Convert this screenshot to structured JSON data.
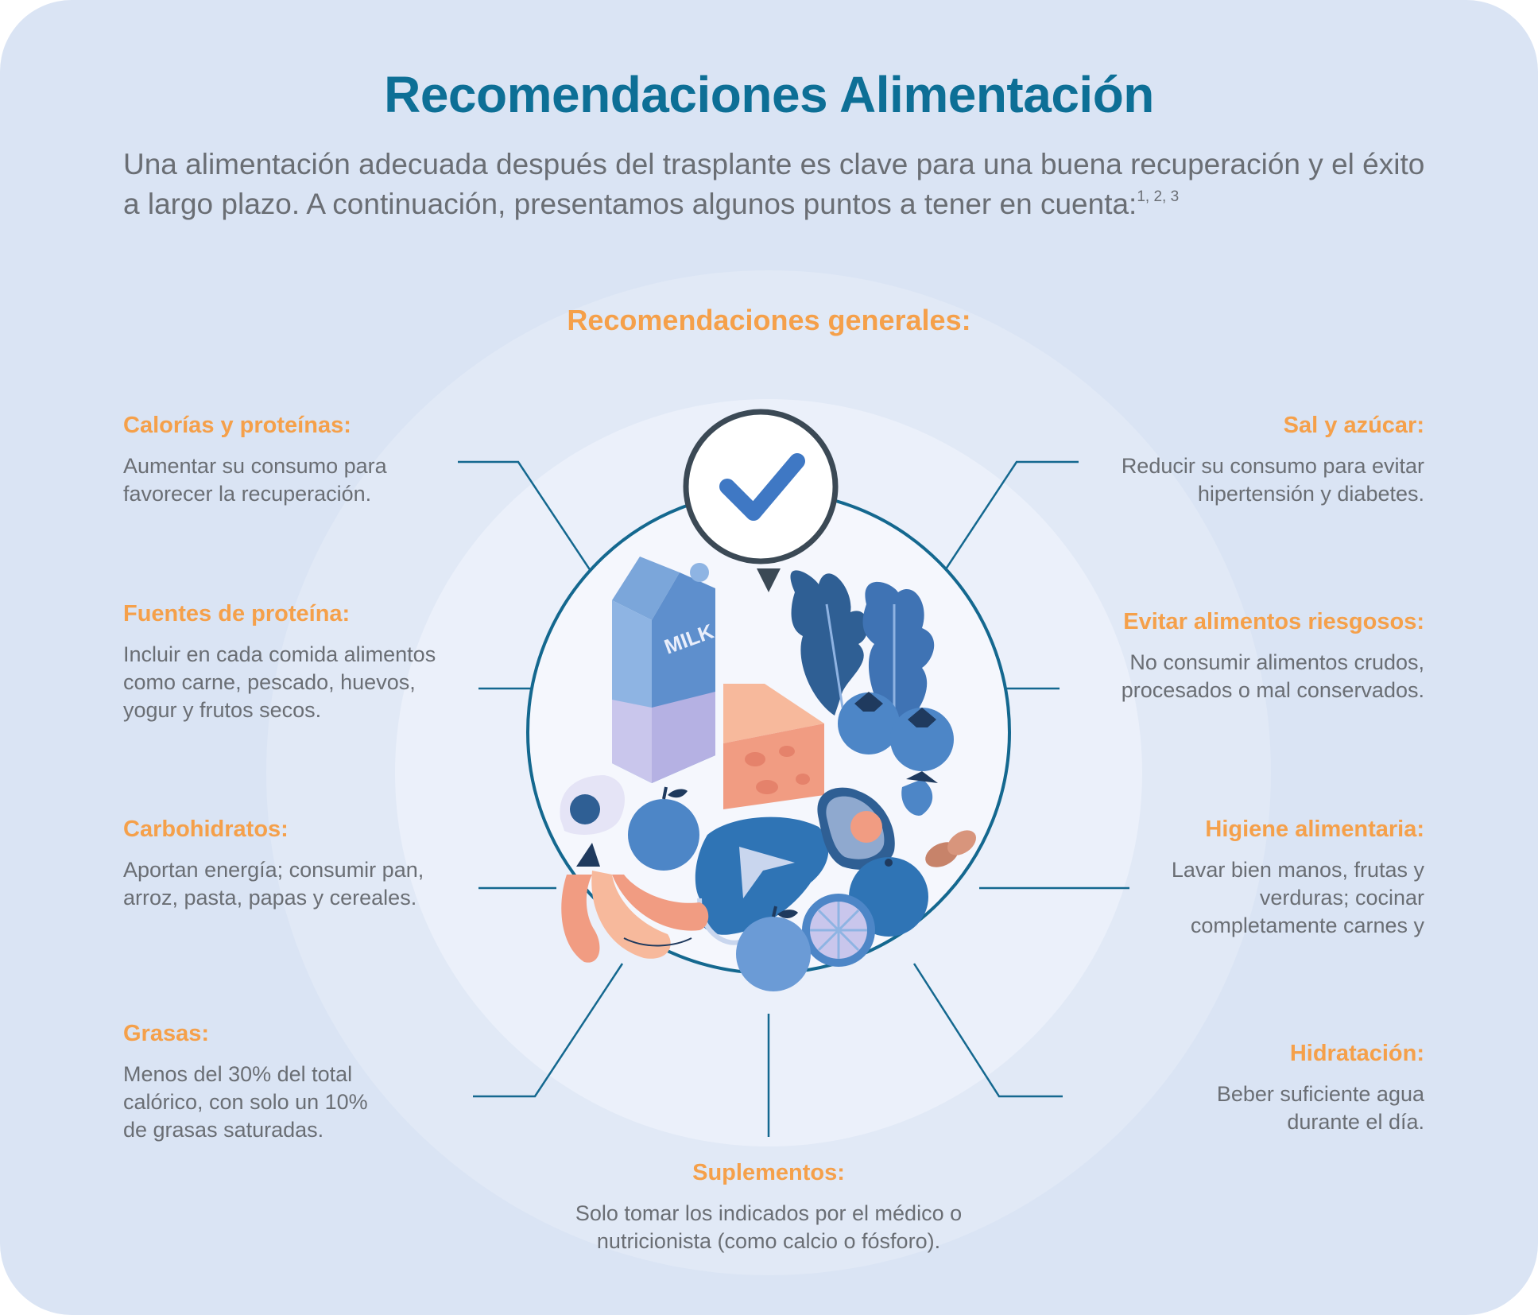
{
  "title": "Recomendaciones Alimentación",
  "intro": {
    "text": "Una alimentación adecuada después del trasplante es clave para una buena recuperación y el éxito a largo plazo. A continuación, presentamos algunos puntos a tener en cuenta:",
    "refs": "1, 2, 3"
  },
  "section_title": "Recomendaciones generales:",
  "illustration": {
    "icons": [
      "checkmark-pin-icon",
      "milk-carton-icon",
      "cheese-icon",
      "leafy-greens-icon",
      "blueberries-icon",
      "strawberry-icon",
      "egg-icon",
      "apple-icon",
      "steak-icon",
      "avocado-icon",
      "pecans-icon",
      "orange-icon",
      "citrus-slice-icon",
      "bananas-icon"
    ],
    "milk_label": "MILK"
  },
  "items": {
    "calorias": {
      "title": "Calorías y proteínas:",
      "text": "Aumentar su consumo para favorecer la recuperación."
    },
    "fuentes": {
      "title": "Fuentes de proteína:",
      "text": "Incluir en cada comida alimentos como carne, pescado, huevos, yogur y frutos secos."
    },
    "carbohidratos": {
      "title": "Carbohidratos:",
      "text": "Aportan energía; consumir pan, arroz, pasta, papas y cereales."
    },
    "grasas": {
      "title": "Grasas:",
      "text": "Menos del 30% del total calórico, con solo un 10% de grasas saturadas."
    },
    "sal": {
      "title": "Sal y azúcar:",
      "text": "Reducir su consumo para evitar hipertensión y diabetes."
    },
    "evitar": {
      "title": "Evitar alimentos riesgosos:",
      "text": "No consumir alimentos crudos, procesados o mal conservados."
    },
    "higiene": {
      "title": "Higiene alimentaria:",
      "text": "Lavar bien manos, frutas y verduras; cocinar completamente carnes y"
    },
    "hidratacion": {
      "title": "Hidratación:",
      "text": "Beber suficiente agua durante el día."
    },
    "suplementos": {
      "title": "Suplementos:",
      "text": "Solo tomar los indicados por el médico o nutricionista (como calcio o fósforo)."
    }
  },
  "colors": {
    "title": "#0d6f96",
    "accent_orange": "#f5a04a",
    "body_text": "#6a6e74",
    "connector": "#14688f",
    "background": "#dae4f4"
  }
}
